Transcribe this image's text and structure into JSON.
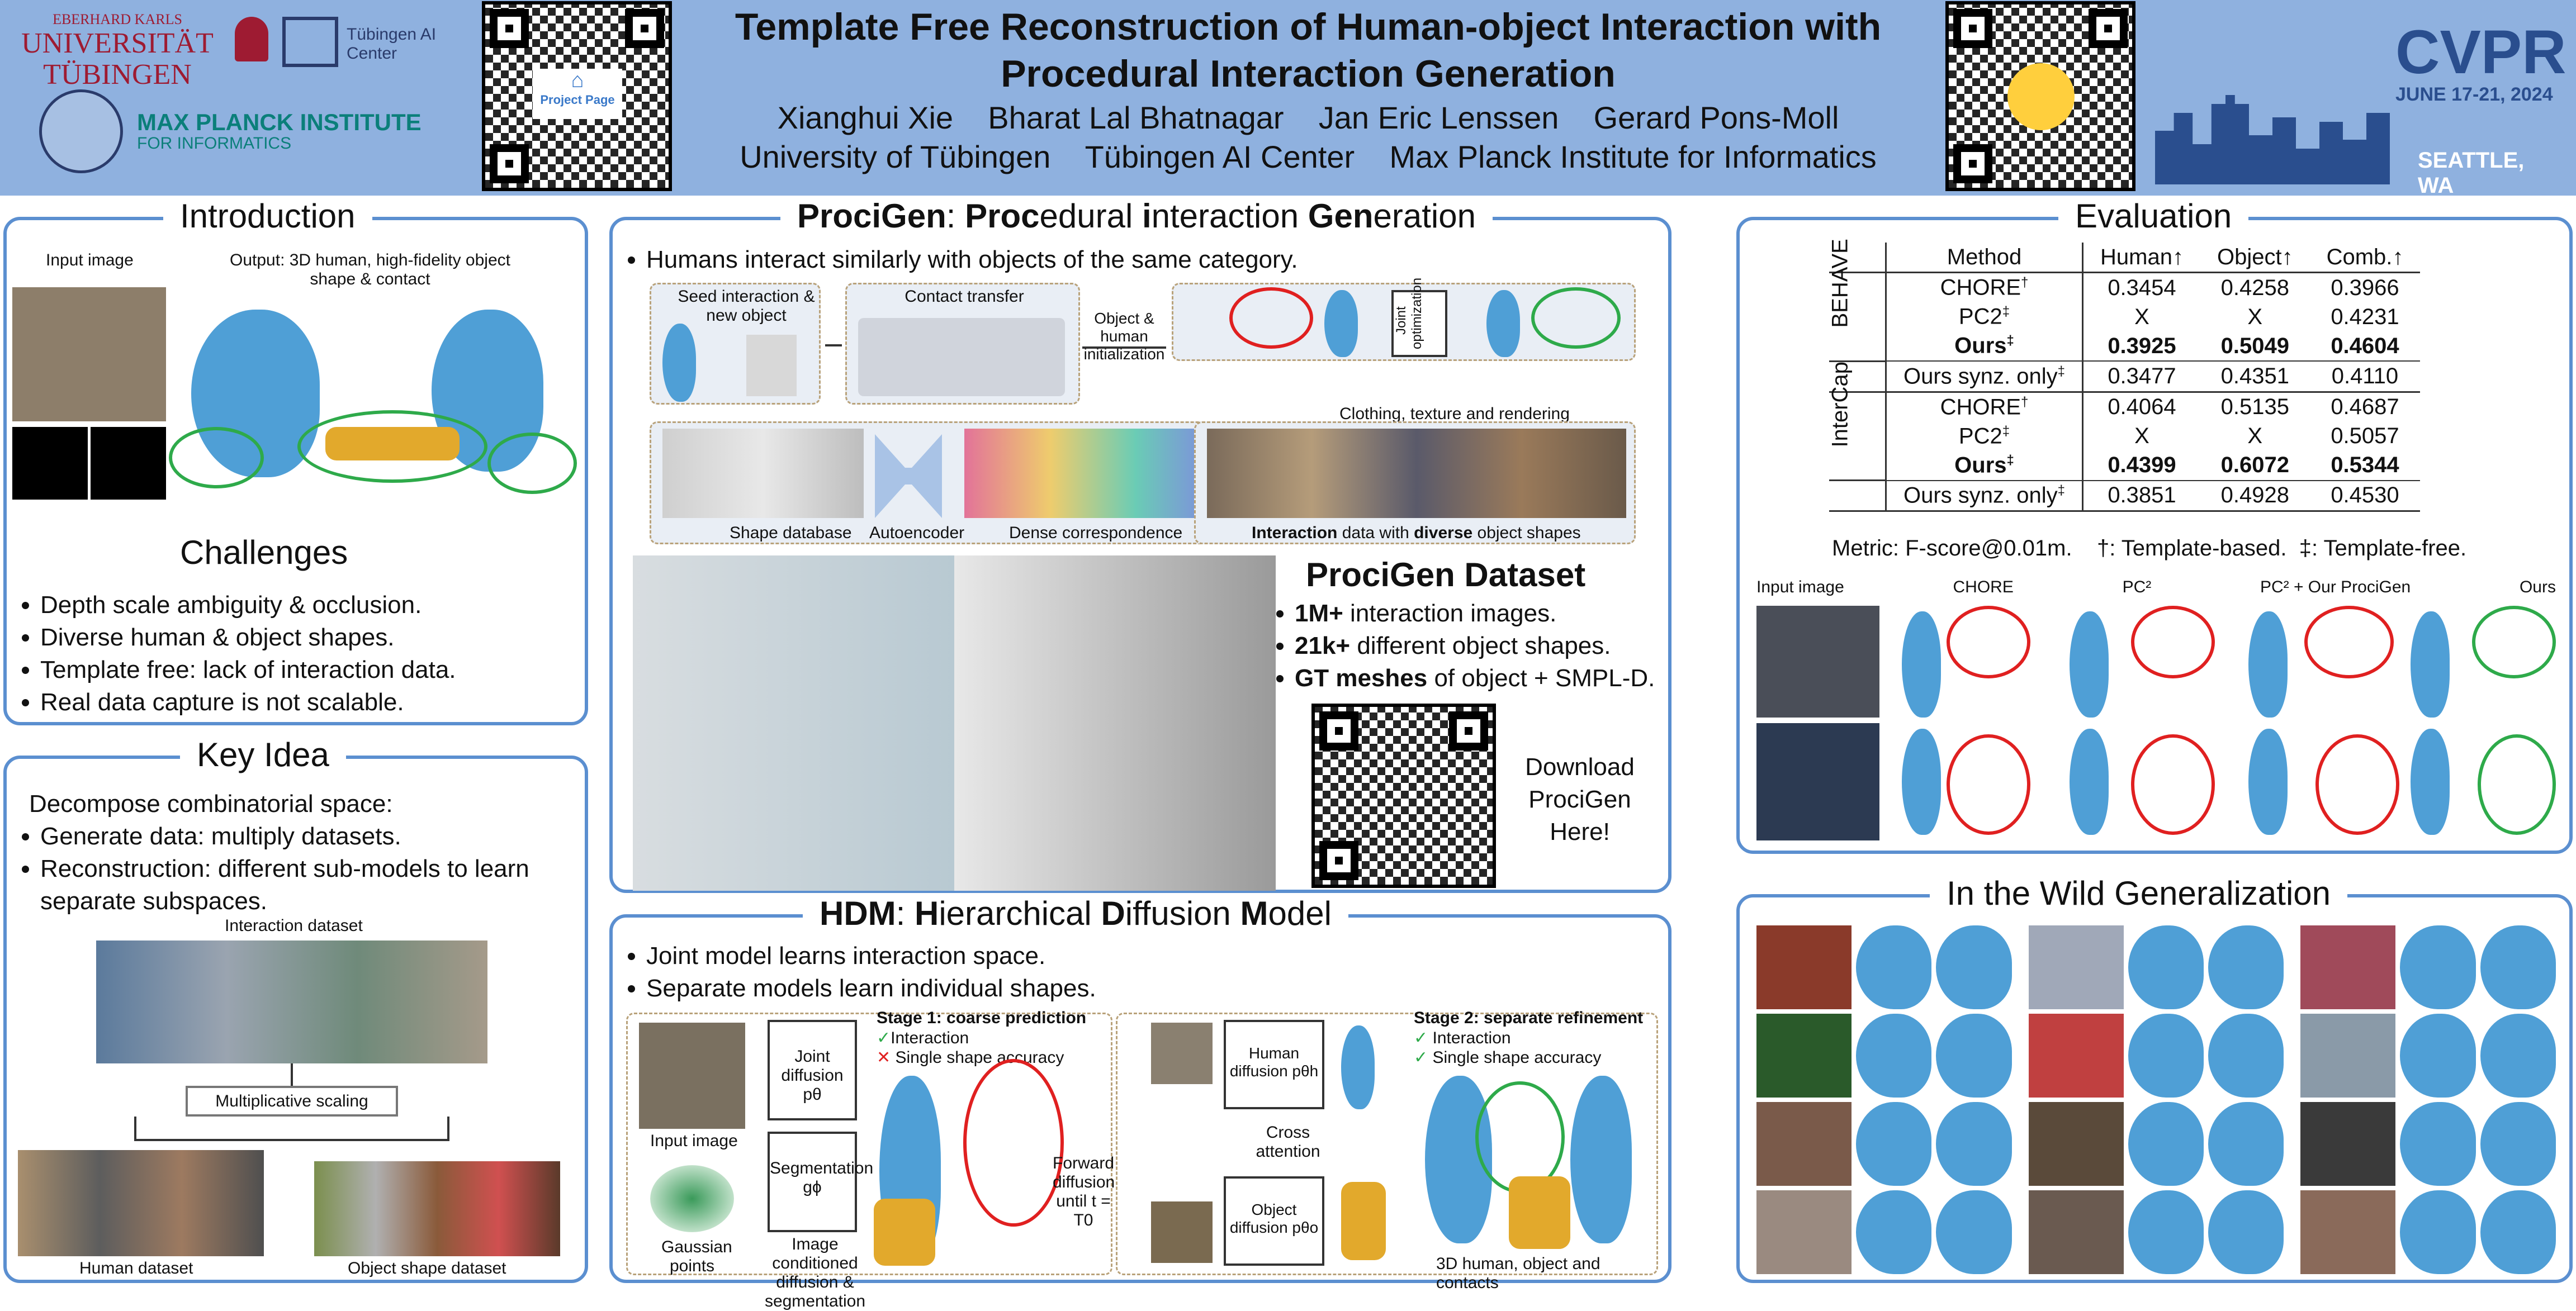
{
  "header": {
    "uni_top": "EBERHARD KARLS",
    "uni_name": "UNIVERSITÄT TÜBINGEN",
    "tai_name": "Tübingen AI Center",
    "mpi_name": "MAX PLANCK INSTITUTE",
    "mpi_sub": "FOR INFORMATICS",
    "qr_label": "Project Page",
    "title": "Template Free Reconstruction of Human-object Interaction with Procedural Interaction Generation",
    "authors": "Xianghui Xie    Bharat Lal Bhatnagar    Jan Eric Lenssen    Gerard Pons-Moll",
    "affiliations": "University of Tübingen    Tübingen AI Center    Max Planck Institute for Informatics",
    "conf_name": "CVPR",
    "conf_dates": "JUNE 17-21, 2024",
    "conf_city": "SEATTLE, WA"
  },
  "intro": {
    "title": "Introduction",
    "input_label": "Input image",
    "output_label": "Output: 3D human, high-fidelity object shape & contact"
  },
  "challenges": {
    "title": "Challenges",
    "items": [
      "Depth scale ambiguity & occlusion.",
      "Diverse human & object shapes.",
      "Template free: lack of interaction data.",
      "Real data capture is not scalable."
    ]
  },
  "keyidea": {
    "title": "Key Idea",
    "intro": "Decompose combinatorial space:",
    "items": [
      "Generate data:  multiply datasets.",
      "Reconstruction: different sub-models to learn separate subspaces."
    ],
    "interaction_dataset": "Interaction dataset",
    "scaling": "Multiplicative scaling",
    "human_dataset": "Human dataset",
    "object_dataset": "Object shape dataset"
  },
  "procigen": {
    "title_parts": [
      "ProciGen",
      ": ",
      "Proc",
      "edural ",
      "i",
      "nteraction ",
      "Gen",
      "eration"
    ],
    "bullet": "Humans interact similarly with objects of the same category.",
    "a_label": "Seed interaction & new object",
    "c_label": "Contact transfer",
    "init_label": "Object & human initialization",
    "joint_opt": "Joint optimization",
    "clothing": "Clothing, texture and rendering",
    "shape_db": "Shape database",
    "autoencoder": "Autoencoder",
    "dense": "Dense correspondence",
    "e_caption_1": "Interaction",
    "e_caption_2": " data with ",
    "e_caption_3": "diverse",
    "e_caption_4": " object shapes",
    "dataset_title": "ProciGen Dataset",
    "dataset_items": [
      {
        "b": "1M+",
        "t": " interaction images."
      },
      {
        "b": "21k+",
        "t": " different object shapes."
      },
      {
        "b": "GT meshes",
        "t": " of object + SMPL-D."
      }
    ],
    "download": "Download ProciGen Here!"
  },
  "hdm": {
    "title_parts": [
      "HDM",
      ": ",
      "H",
      "ierarchical ",
      "D",
      "iffusion ",
      "M",
      "odel"
    ],
    "items": [
      "Joint model learns interaction space.",
      "Separate models learn individual shapes."
    ],
    "stage1": "Stage 1: coarse prediction",
    "stage1_ok": "Interaction",
    "stage1_bad": "Single shape accuracy",
    "joint_diff": "Joint diffusion pθ",
    "segmentation": "Segmentation gϕ",
    "input_image": "Input image",
    "gaussian": "Gaussian points",
    "img_cond": "Image conditioned diffusion & segmentation",
    "forward": "Forward diffusion until t = T0",
    "stage2": "Stage 2: separate refinement",
    "stage2_ok1": "Interaction",
    "stage2_ok2": "Single shape accuracy",
    "human_diff": "Human diffusion pθh",
    "cross": "Cross attention",
    "object_diff": "Object diffusion pθo",
    "output": "3D human, object and contacts"
  },
  "evaluation": {
    "title": "Evaluation",
    "headers": [
      "Method",
      "Human↑",
      "Object↑",
      "Comb.↑"
    ],
    "groups": [
      {
        "name": "BEHAVE",
        "rows": [
          {
            "m": "CHORE",
            "sup": "†",
            "h": "0.3454",
            "o": "0.4258",
            "c": "0.3966",
            "bold": false
          },
          {
            "m": "PC2",
            "sup": "‡",
            "h": "X",
            "o": "X",
            "c": "0.4231",
            "bold": false
          },
          {
            "m": "Ours",
            "sup": "‡",
            "h": "0.3925",
            "o": "0.5049",
            "c": "0.4604",
            "bold": true
          },
          {
            "m": "Ours synz. only",
            "sup": "‡",
            "h": "0.3477",
            "o": "0.4351",
            "c": "0.4110",
            "bold": false
          }
        ]
      },
      {
        "name": "InterCap",
        "rows": [
          {
            "m": "CHORE",
            "sup": "†",
            "h": "0.4064",
            "o": "0.5135",
            "c": "0.4687",
            "bold": false
          },
          {
            "m": "PC2",
            "sup": "‡",
            "h": "X",
            "o": "X",
            "c": "0.5057",
            "bold": false
          },
          {
            "m": "Ours",
            "sup": "‡",
            "h": "0.4399",
            "o": "0.6072",
            "c": "0.5344",
            "bold": true
          },
          {
            "m": "Ours synz. only",
            "sup": "‡",
            "h": "0.3851",
            "o": "0.4928",
            "c": "0.4530",
            "bold": false
          }
        ]
      }
    ],
    "metric": "Metric: F-score@0.01m.",
    "legend_t": "†: Template-based.",
    "legend_f": "‡: Template-free.",
    "cols": [
      "Input image",
      "CHORE",
      "PC²",
      "PC² + Our ProciGen",
      "Ours"
    ]
  },
  "wild": {
    "title": "In the Wild Generalization"
  },
  "colors": {
    "panel_border": "#5b8fd0",
    "header_bg": "#8fb1df",
    "human": "#4f9fd6",
    "object": "#e2a92c"
  }
}
